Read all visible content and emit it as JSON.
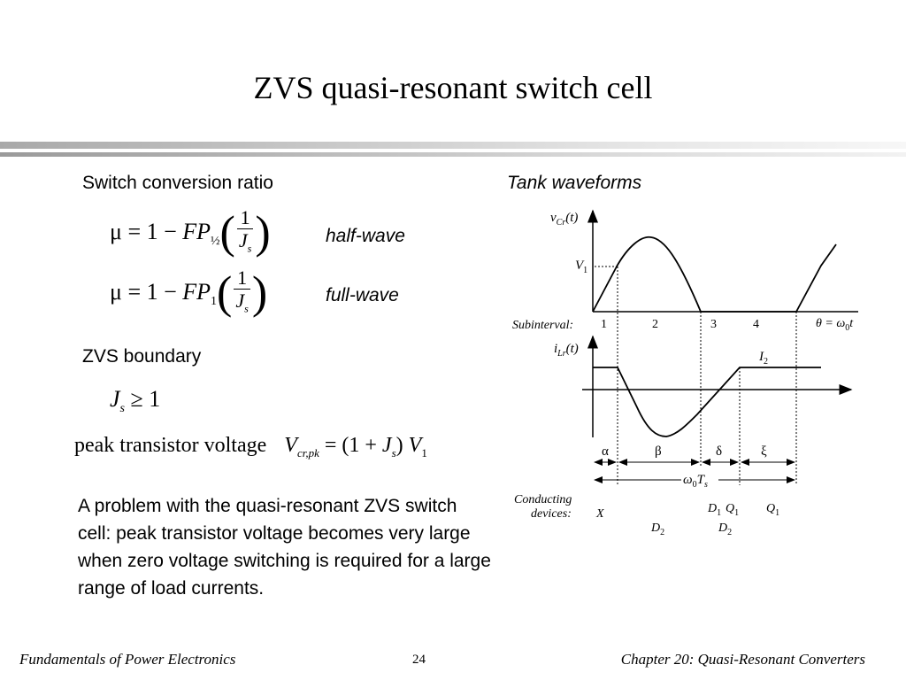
{
  "title": "ZVS quasi-resonant switch cell",
  "left": {
    "conversion_heading": "Switch conversion ratio",
    "half_wave_label": "half-wave",
    "full_wave_label": "full-wave",
    "boundary_heading": "ZVS boundary",
    "peak_voltage_label": "peak transistor voltage",
    "problem_text": "A problem with the quasi-resonant ZVS switch cell: peak transistor voltage becomes very large when zero voltage switching is required for a large range of load currents."
  },
  "right": {
    "heading": "Tank waveforms",
    "vcr_label": "v",
    "vcr_sub": "Cr",
    "vcr_arg": "(t)",
    "v1_label": "V",
    "v1_sub": "1",
    "subinterval_label": "Subinterval:",
    "subintervals": [
      "1",
      "2",
      "3",
      "4"
    ],
    "theta_label": "θ = ω",
    "theta_sub": "0",
    "theta_t": "t",
    "ilr_label": "i",
    "ilr_sub": "Lr",
    "ilr_arg": "(t)",
    "i2_label": "I",
    "i2_sub": "2",
    "angles": [
      "α",
      "β",
      "δ",
      "ξ"
    ],
    "period_label": "ω",
    "period_sub": "0",
    "period_T": "T",
    "period_T_sub": "s",
    "conducting_label_1": "Conducting",
    "conducting_label_2": "devices:",
    "device_x": "X",
    "device_d1": "D",
    "device_d1_sub": "1",
    "device_q1a": "Q",
    "device_q1a_sub": "1",
    "device_q1b": "Q",
    "device_q1b_sub": "1",
    "device_d2a": "D",
    "device_d2a_sub": "2",
    "device_d2b": "D",
    "device_d2b_sub": "2"
  },
  "footer": {
    "left": "Fundamentals of Power Electronics",
    "page": "24",
    "right": "Chapter 20:  Quasi-Resonant Converters"
  }
}
